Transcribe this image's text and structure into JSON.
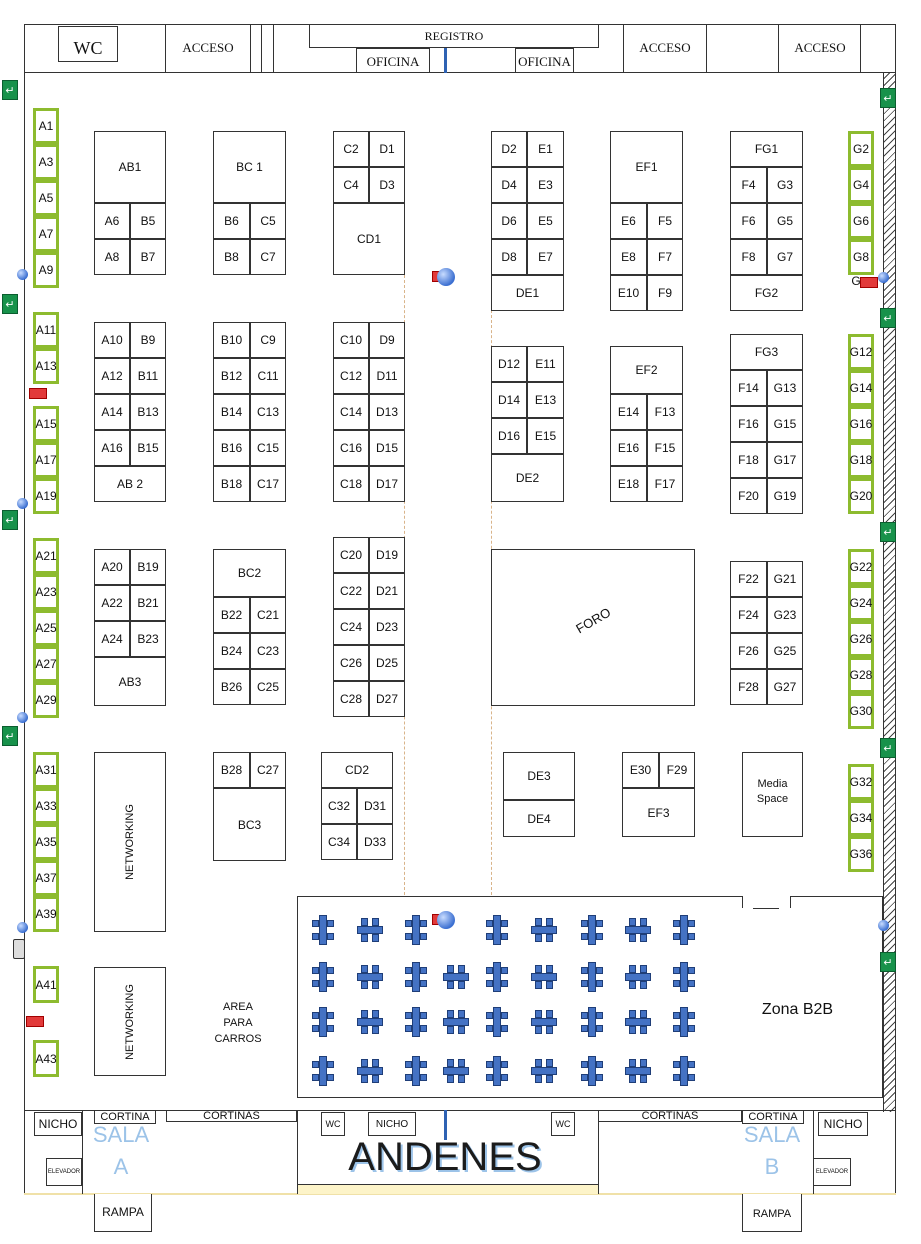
{
  "top": {
    "wc": "WC",
    "acceso": "ACCESO",
    "registro": "REGISTRO",
    "oficina": "OFICINA"
  },
  "areas": {
    "networking": "NETWORKING",
    "area_carros": "AREA\nPARA\nCARROS",
    "zona_b2b": "Zona B2B",
    "foro": "FORO",
    "media_space": "Media\nSpace"
  },
  "bottom": {
    "nicho": "NICHO",
    "cortina": "CORTINA",
    "cortinas": "CORTINAS",
    "wc": "WC",
    "andenes": "ANDENES",
    "sala": "SALA",
    "sala_a": "A",
    "sala_b": "B",
    "elevador": "ELEVADOR",
    "rampa": "RAMPA"
  },
  "a_stands": [
    "A1",
    "A3",
    "A5",
    "A7",
    "A9",
    "A11",
    "A13",
    "A15",
    "A17",
    "A19",
    "A21",
    "A23",
    "A25",
    "A27",
    "A29",
    "A31",
    "A33",
    "A35",
    "A37",
    "A39",
    "A41",
    "A43"
  ],
  "g_stands": [
    "G2",
    "G4",
    "G6",
    "G8",
    "G12",
    "G14",
    "G16",
    "G18",
    "G20",
    "G22",
    "G24",
    "G26",
    "G28",
    "G30",
    "G32",
    "G34",
    "G36"
  ],
  "g_extra": "G",
  "s": {
    "AB1": "AB1",
    "A6": "A6",
    "B5": "B5",
    "A8": "A8",
    "B7": "B7",
    "BC1": "BC 1",
    "B6": "B6",
    "C5": "C5",
    "B8": "B8",
    "C7": "C7",
    "C2": "C2",
    "D1": "D1",
    "C4": "C4",
    "D3": "D3",
    "CD1": "CD1",
    "D2": "D2",
    "E1": "E1",
    "D4": "D4",
    "E3": "E3",
    "D6": "D6",
    "E5": "E5",
    "D8": "D8",
    "E7": "E7",
    "DE1": "DE1",
    "EF1": "EF1",
    "E6": "E6",
    "F5": "F5",
    "E8": "E8",
    "F7": "F7",
    "E10": "E10",
    "F9": "F9",
    "FG1": "FG1",
    "F4": "F4",
    "G3": "G3",
    "F6": "F6",
    "G5": "G5",
    "F8": "F8",
    "G7": "G7",
    "FG2": "FG2",
    "A10": "A10",
    "B9": "B9",
    "A12": "A12",
    "B11": "B11",
    "A14": "A14",
    "B13": "B13",
    "A16": "A16",
    "B15": "B15",
    "AB2": "AB 2",
    "B10": "B10",
    "C9": "C9",
    "B12": "B12",
    "C11": "C11",
    "B14": "B14",
    "C13": "C13",
    "B16": "B16",
    "C15": "C15",
    "B18": "B18",
    "C17": "C17",
    "C10": "C10",
    "D9": "D9",
    "C12": "C12",
    "D11": "D11",
    "C14": "C14",
    "D13": "D13",
    "C16": "C16",
    "D15": "D15",
    "C18": "C18",
    "D17": "D17",
    "D12": "D12",
    "E11": "E11",
    "D14": "D14",
    "E13": "E13",
    "D16": "D16",
    "E15": "E15",
    "DE2": "DE2",
    "EF2": "EF2",
    "E14": "E14",
    "F13": "F13",
    "E16": "E16",
    "F15": "F15",
    "E18": "E18",
    "F17": "F17",
    "FG3": "FG3",
    "F14": "F14",
    "G13": "G13",
    "F16": "F16",
    "G15": "G15",
    "F18": "F18",
    "G17": "G17",
    "F20": "F20",
    "G19": "G19",
    "A20": "A20",
    "B19": "B19",
    "A22": "A22",
    "B21": "B21",
    "A24": "A24",
    "B23": "B23",
    "AB3": "AB3",
    "BC2": "BC2",
    "B22": "B22",
    "C21": "C21",
    "B24": "B24",
    "C23": "C23",
    "B26": "B26",
    "C25": "C25",
    "C20": "C20",
    "D19": "D19",
    "C22": "C22",
    "D21": "D21",
    "C24": "C24",
    "D23": "D23",
    "C26": "C26",
    "D25": "D25",
    "C28": "C28",
    "D27": "D27",
    "F22": "F22",
    "G21": "G21",
    "F24": "F24",
    "G23": "G23",
    "F26": "F26",
    "G25": "G25",
    "F28": "F28",
    "G27": "G27",
    "B28": "B28",
    "C27": "C27",
    "BC3": "BC3",
    "CD2": "CD2",
    "C32": "C32",
    "D31": "D31",
    "C34": "C34",
    "D33": "D33",
    "DE3": "DE3",
    "DE4": "DE4",
    "E30": "E30",
    "F29": "F29",
    "EF3": "EF3"
  },
  "colors": {
    "stand_border": "#333333",
    "green_stand": "#8dbb2f",
    "table_blue": "#4472c4",
    "exit_green": "#18924b",
    "extinguisher_red": "#e23a3a"
  }
}
